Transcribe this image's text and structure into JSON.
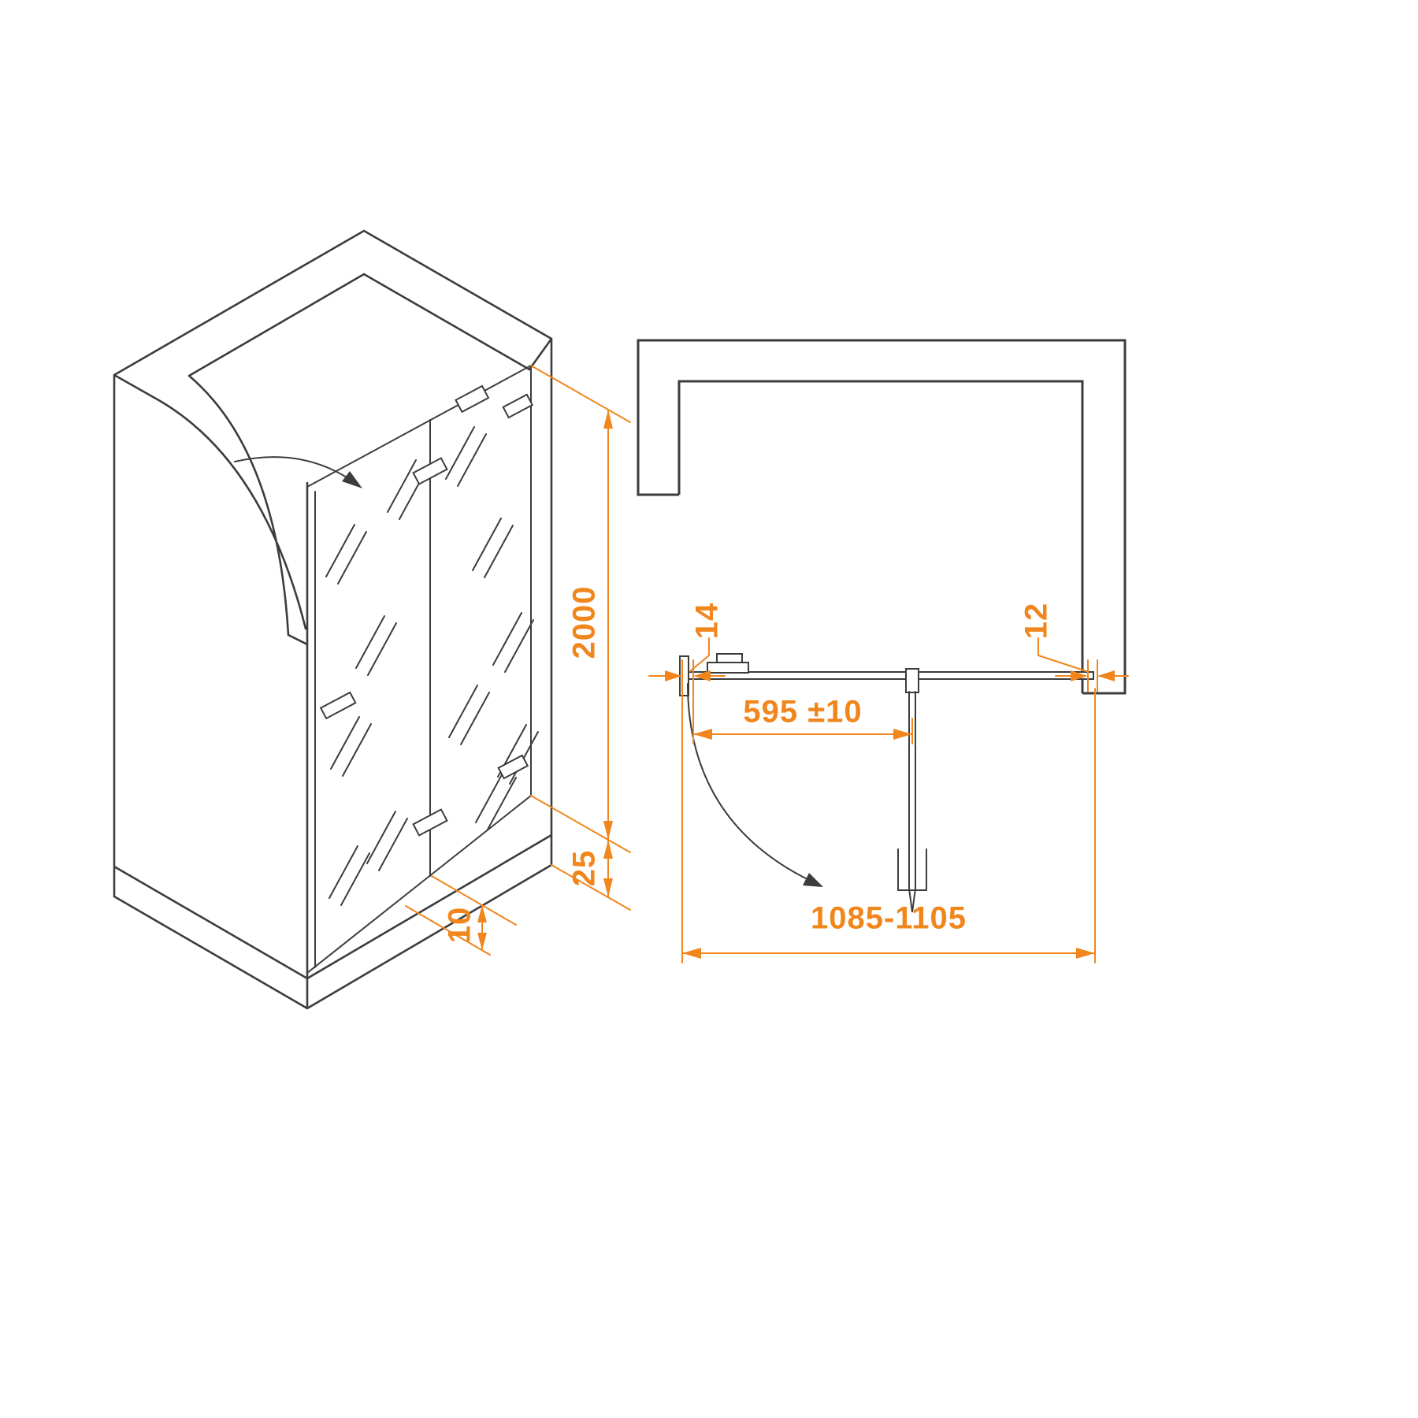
{
  "drawing": {
    "type": "shower-door-technical-drawing",
    "colors": {
      "line": "#3c3c3c",
      "dimension": "#f0861c",
      "background": "#ffffff"
    },
    "labels": {
      "height_total": "2000",
      "tray_height": "25",
      "bottom_gap": "10",
      "wall_profile_width": "14",
      "right_gap": "12",
      "door_width": "595 ±10",
      "overall_width": "1085-1105"
    }
  }
}
